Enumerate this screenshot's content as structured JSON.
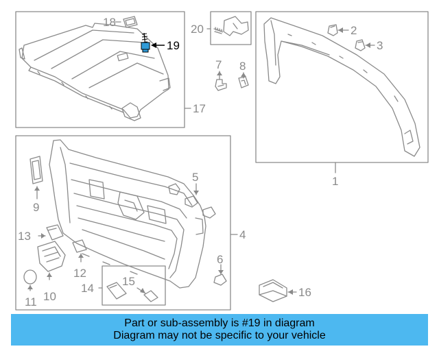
{
  "colors": {
    "line": "#8a8a8a",
    "highlight_part": "#2f9bd8",
    "banner_bg": "#4db8f0",
    "text_dark": "#000000"
  },
  "callouts": {
    "n1": "1",
    "n2": "2",
    "n3": "3",
    "n4": "4",
    "n5": "5",
    "n6": "6",
    "n7": "7",
    "n8": "8",
    "n9": "9",
    "n10": "10",
    "n11": "11",
    "n12": "12",
    "n13": "13",
    "n14": "14",
    "n15": "15",
    "n16": "16",
    "n17": "17",
    "n18": "18",
    "n19": "19",
    "n20": "20"
  },
  "banner": {
    "line1": "Part or sub-assembly is #19 in diagram",
    "line2": "Diagram may not be specific to your vehicle"
  }
}
